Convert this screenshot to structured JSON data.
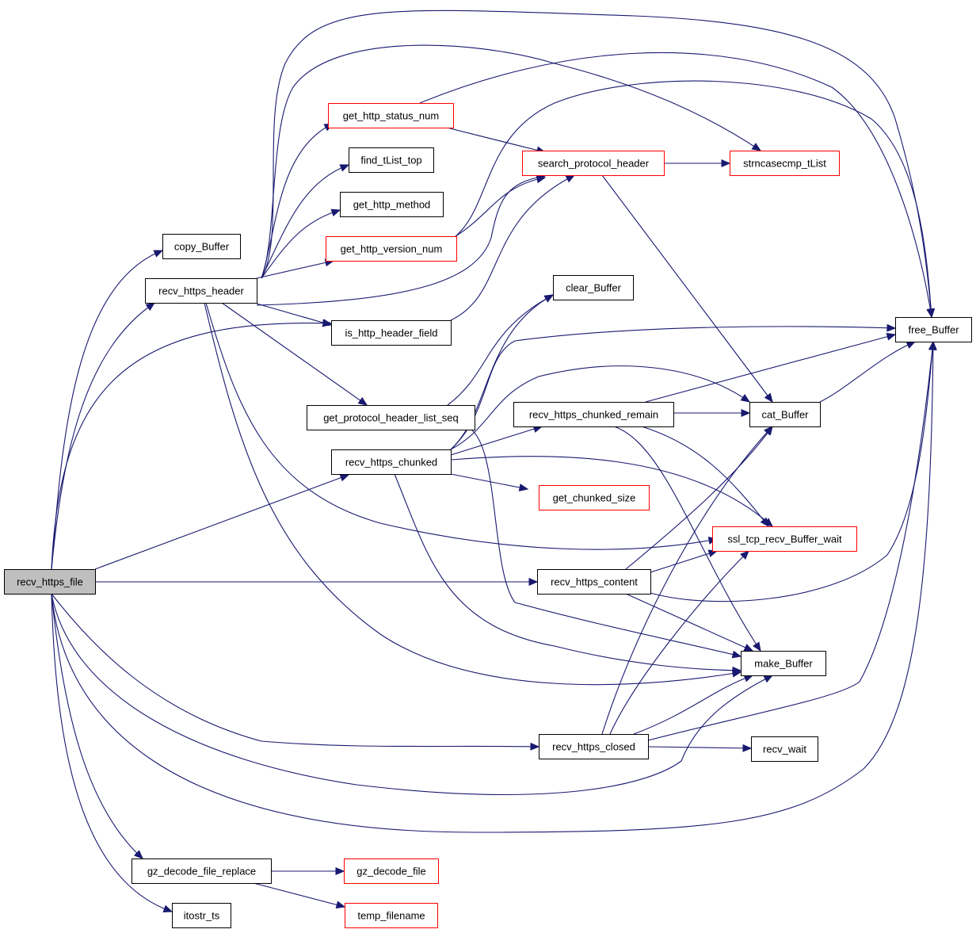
{
  "colors": {
    "edge": "#191970",
    "border_normal": "#000000",
    "border_external": "#ff0000",
    "root_fill": "#bfbfbf",
    "node_fill": "#ffffff"
  },
  "nodes": [
    {
      "id": "recv_https_file",
      "label": "recv_https_file",
      "kind": "root"
    },
    {
      "id": "copy_Buffer",
      "label": "copy_Buffer",
      "kind": "normal"
    },
    {
      "id": "recv_https_header",
      "label": "recv_https_header",
      "kind": "normal"
    },
    {
      "id": "get_http_status_num",
      "label": "get_http_status_num",
      "kind": "external"
    },
    {
      "id": "find_tList_top",
      "label": "find_tList_top",
      "kind": "normal"
    },
    {
      "id": "get_http_method",
      "label": "get_http_method",
      "kind": "normal"
    },
    {
      "id": "get_http_version_num",
      "label": "get_http_version_num",
      "kind": "external"
    },
    {
      "id": "is_http_header_field",
      "label": "is_http_header_field",
      "kind": "normal"
    },
    {
      "id": "get_protocol_header_list_seq",
      "label": "get_protocol_header_list_seq",
      "kind": "normal"
    },
    {
      "id": "recv_https_chunked",
      "label": "recv_https_chunked",
      "kind": "normal"
    },
    {
      "id": "search_protocol_header",
      "label": "search_protocol_header",
      "kind": "external"
    },
    {
      "id": "strncasecmp_tList",
      "label": "strncasecmp_tList",
      "kind": "external"
    },
    {
      "id": "clear_Buffer",
      "label": "clear_Buffer",
      "kind": "normal"
    },
    {
      "id": "free_Buffer",
      "label": "free_Buffer",
      "kind": "normal"
    },
    {
      "id": "recv_https_chunked_remain",
      "label": "recv_https_chunked_remain",
      "kind": "normal"
    },
    {
      "id": "cat_Buffer",
      "label": "cat_Buffer",
      "kind": "normal"
    },
    {
      "id": "get_chunked_size",
      "label": "get_chunked_size",
      "kind": "external"
    },
    {
      "id": "ssl_tcp_recv_Buffer_wait",
      "label": "ssl_tcp_recv_Buffer_wait",
      "kind": "external"
    },
    {
      "id": "recv_https_content",
      "label": "recv_https_content",
      "kind": "normal"
    },
    {
      "id": "make_Buffer",
      "label": "make_Buffer",
      "kind": "normal"
    },
    {
      "id": "recv_https_closed",
      "label": "recv_https_closed",
      "kind": "normal"
    },
    {
      "id": "recv_wait",
      "label": "recv_wait",
      "kind": "normal"
    },
    {
      "id": "gz_decode_file_replace",
      "label": "gz_decode_file_replace",
      "kind": "normal"
    },
    {
      "id": "gz_decode_file",
      "label": "gz_decode_file",
      "kind": "external"
    },
    {
      "id": "itostr_ts",
      "label": "itostr_ts",
      "kind": "normal"
    },
    {
      "id": "temp_filename",
      "label": "temp_filename",
      "kind": "external"
    }
  ],
  "edges": [
    {
      "from": "recv_https_file",
      "to": "copy_Buffer"
    },
    {
      "from": "recv_https_file",
      "to": "recv_https_header"
    },
    {
      "from": "recv_https_file",
      "to": "is_http_header_field"
    },
    {
      "from": "recv_https_file",
      "to": "free_Buffer"
    },
    {
      "from": "recv_https_file",
      "to": "recv_https_chunked"
    },
    {
      "from": "recv_https_file",
      "to": "recv_https_content"
    },
    {
      "from": "recv_https_file",
      "to": "make_Buffer"
    },
    {
      "from": "recv_https_file",
      "to": "recv_https_closed"
    },
    {
      "from": "recv_https_file",
      "to": "gz_decode_file_replace"
    },
    {
      "from": "recv_https_file",
      "to": "itostr_ts"
    },
    {
      "from": "recv_https_header",
      "to": "get_http_status_num"
    },
    {
      "from": "recv_https_header",
      "to": "find_tList_top"
    },
    {
      "from": "recv_https_header",
      "to": "get_http_method"
    },
    {
      "from": "recv_https_header",
      "to": "get_http_version_num"
    },
    {
      "from": "recv_https_header",
      "to": "is_http_header_field"
    },
    {
      "from": "recv_https_header",
      "to": "get_protocol_header_list_seq"
    },
    {
      "from": "recv_https_header",
      "to": "free_Buffer"
    },
    {
      "from": "recv_https_header",
      "to": "strncasecmp_tList"
    },
    {
      "from": "recv_https_header",
      "to": "search_protocol_header"
    },
    {
      "from": "recv_https_header",
      "to": "ssl_tcp_recv_Buffer_wait"
    },
    {
      "from": "recv_https_header",
      "to": "make_Buffer"
    },
    {
      "from": "get_http_status_num",
      "to": "search_protocol_header"
    },
    {
      "from": "get_http_status_num",
      "to": "free_Buffer"
    },
    {
      "from": "get_http_version_num",
      "to": "search_protocol_header"
    },
    {
      "from": "get_http_version_num",
      "to": "free_Buffer"
    },
    {
      "from": "is_http_header_field",
      "to": "search_protocol_header"
    },
    {
      "from": "get_protocol_header_list_seq",
      "to": "clear_Buffer"
    },
    {
      "from": "get_protocol_header_list_seq",
      "to": "make_Buffer"
    },
    {
      "from": "search_protocol_header",
      "to": "strncasecmp_tList"
    },
    {
      "from": "search_protocol_header",
      "to": "cat_Buffer"
    },
    {
      "from": "recv_https_chunked",
      "to": "clear_Buffer"
    },
    {
      "from": "recv_https_chunked",
      "to": "recv_https_chunked_remain"
    },
    {
      "from": "recv_https_chunked",
      "to": "cat_Buffer"
    },
    {
      "from": "recv_https_chunked",
      "to": "free_Buffer"
    },
    {
      "from": "recv_https_chunked",
      "to": "get_chunked_size"
    },
    {
      "from": "recv_https_chunked",
      "to": "ssl_tcp_recv_Buffer_wait"
    },
    {
      "from": "recv_https_chunked",
      "to": "make_Buffer"
    },
    {
      "from": "recv_https_chunked_remain",
      "to": "cat_Buffer"
    },
    {
      "from": "recv_https_chunked_remain",
      "to": "free_Buffer"
    },
    {
      "from": "recv_https_chunked_remain",
      "to": "ssl_tcp_recv_Buffer_wait"
    },
    {
      "from": "recv_https_chunked_remain",
      "to": "make_Buffer"
    },
    {
      "from": "cat_Buffer",
      "to": "free_Buffer"
    },
    {
      "from": "recv_https_content",
      "to": "cat_Buffer"
    },
    {
      "from": "recv_https_content",
      "to": "ssl_tcp_recv_Buffer_wait"
    },
    {
      "from": "recv_https_content",
      "to": "free_Buffer"
    },
    {
      "from": "recv_https_content",
      "to": "make_Buffer"
    },
    {
      "from": "recv_https_closed",
      "to": "cat_Buffer"
    },
    {
      "from": "recv_https_closed",
      "to": "ssl_tcp_recv_Buffer_wait"
    },
    {
      "from": "recv_https_closed",
      "to": "make_Buffer"
    },
    {
      "from": "recv_https_closed",
      "to": "free_Buffer"
    },
    {
      "from": "recv_https_closed",
      "to": "recv_wait"
    },
    {
      "from": "gz_decode_file_replace",
      "to": "gz_decode_file"
    },
    {
      "from": "gz_decode_file_replace",
      "to": "temp_filename"
    }
  ]
}
